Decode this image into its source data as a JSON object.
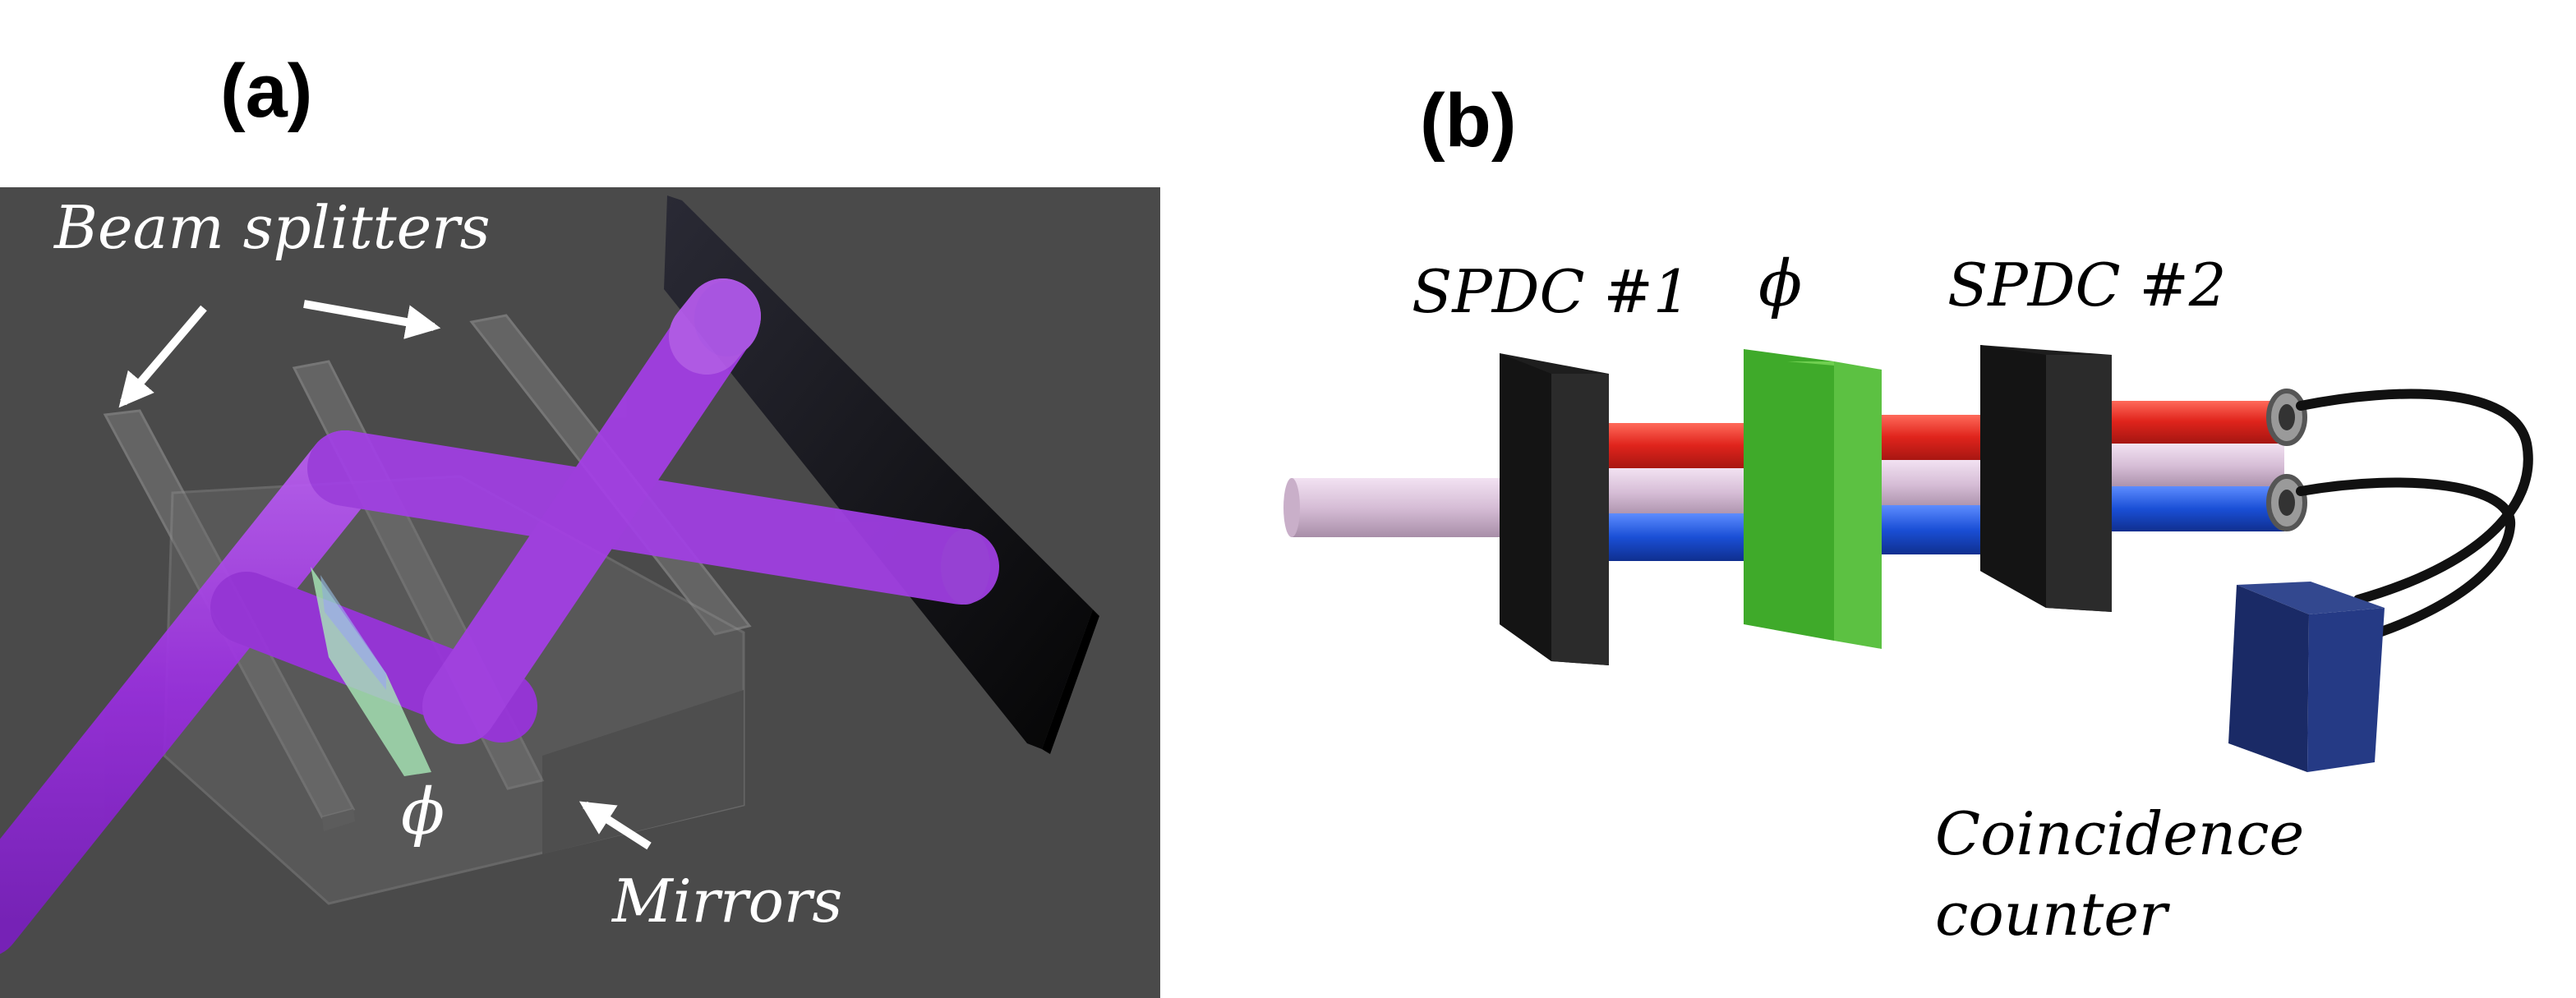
{
  "panel_a": {
    "panel_label": "(a)",
    "labels": {
      "beam_splitters": "Beam splitters",
      "mirrors": "Mirrors",
      "phase": "ϕ"
    },
    "colors": {
      "background": "#4a4a4a",
      "beam": "#9b30e0",
      "optics": "#8a8a8a",
      "screen": "#111111",
      "phase_plate": "#a9e8b8"
    }
  },
  "panel_b": {
    "panel_label": "(b)",
    "labels": {
      "spdc1": "SPDC #1",
      "phase": "ϕ",
      "spdc2": "SPDC #2",
      "counter_line1": "Coincidence",
      "counter_line2": "counter"
    },
    "colors": {
      "pump": "#d9bfd9",
      "signal_red": "#e0241c",
      "idler_blue": "#1a4fd6",
      "crystal": "#1a1a1a",
      "phase_plate": "#3faa2a",
      "counter": "#1c2f7a"
    }
  }
}
